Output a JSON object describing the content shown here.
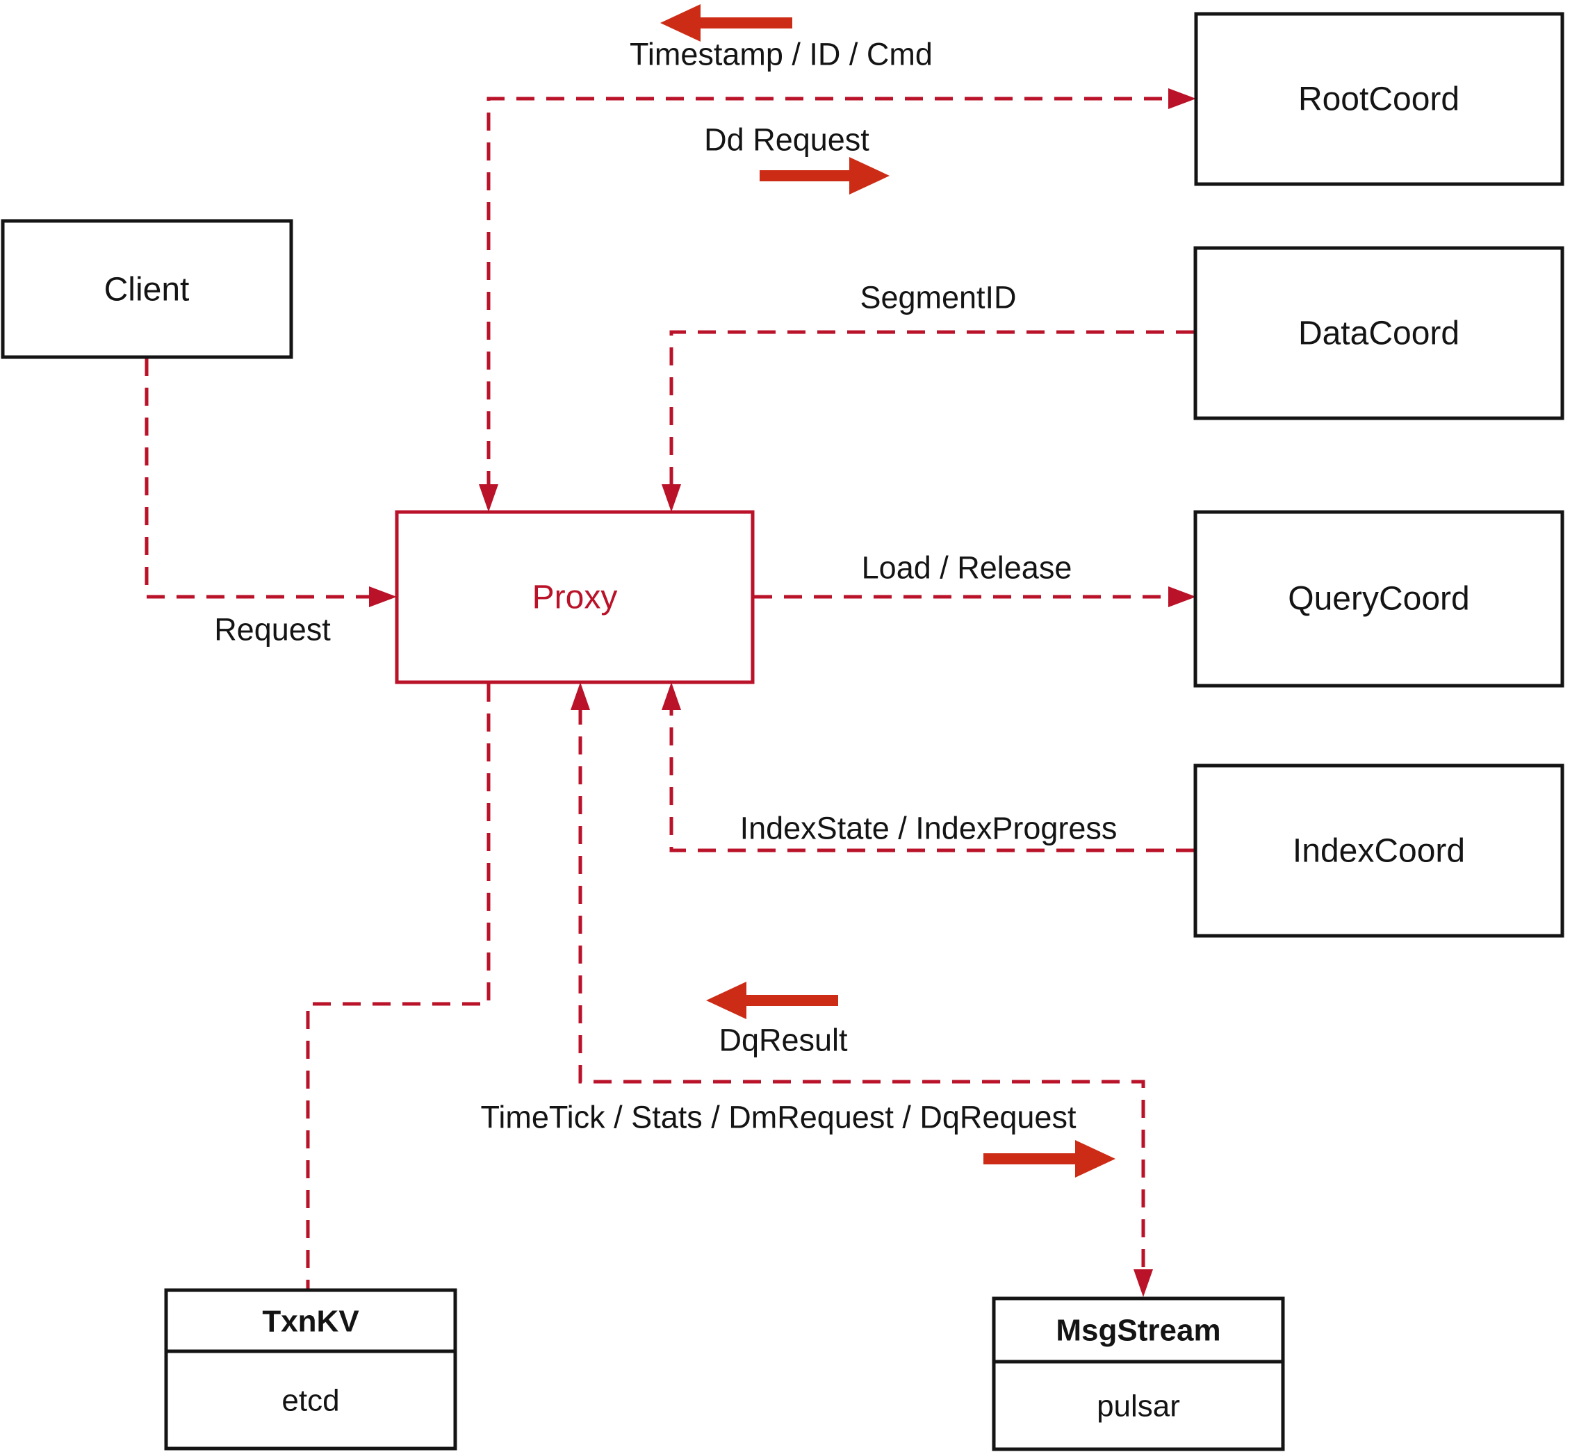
{
  "nodes": {
    "client": {
      "label": "Client"
    },
    "proxy": {
      "label": "Proxy"
    },
    "rootcoord": {
      "label": "RootCoord"
    },
    "datacoord": {
      "label": "DataCoord"
    },
    "querycoord": {
      "label": "QueryCoord"
    },
    "indexcoord": {
      "label": "IndexCoord"
    },
    "txnkv": {
      "title": "TxnKV",
      "subtitle": "etcd"
    },
    "msgstream": {
      "title": "MsgStream",
      "subtitle": "pulsar"
    }
  },
  "edge_labels": {
    "timestamp": "Timestamp / ID / Cmd",
    "dd_request": "Dd Request",
    "segment_id": "SegmentID",
    "request": "Request",
    "load_release": "Load / Release",
    "index_state": "IndexState / IndexProgress",
    "dq_result": "DqResult",
    "timetick": "TimeTick / Stats / DmRequest / DqRequest"
  },
  "colors": {
    "connector_red": "#ba1228",
    "solid_arrow_red": "#cc2c16",
    "box_border_black": "#141414",
    "background": "#ffffff"
  }
}
